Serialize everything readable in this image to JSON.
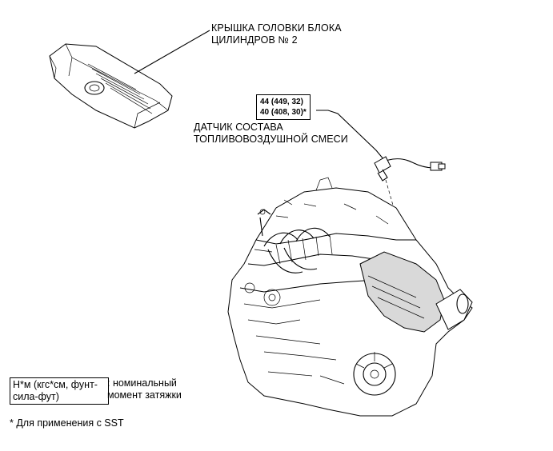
{
  "labels": {
    "cover_line1": "КРЫШКА ГОЛОВКИ БЛОКА",
    "cover_line2": "ЦИЛИНДРОВ № 2",
    "sensor_line1": "ДАТЧИК СОСТАВА",
    "sensor_line2": "ТОПЛИВОВОЗДУШНОЙ СМЕСИ"
  },
  "torque": {
    "line1": "44 (449, 32)",
    "line2": "40 (408, 30)*"
  },
  "legend": {
    "box_line1": "Н*м (кгс*см, фунт-",
    "box_line2": "сила-фут)",
    "text_line1": ": номинальный",
    "text_line2": "момент затяжки"
  },
  "footnote": "* Для применения с SST",
  "colors": {
    "line": "#000000",
    "background": "#ffffff",
    "shade": "#d9d9d9"
  }
}
